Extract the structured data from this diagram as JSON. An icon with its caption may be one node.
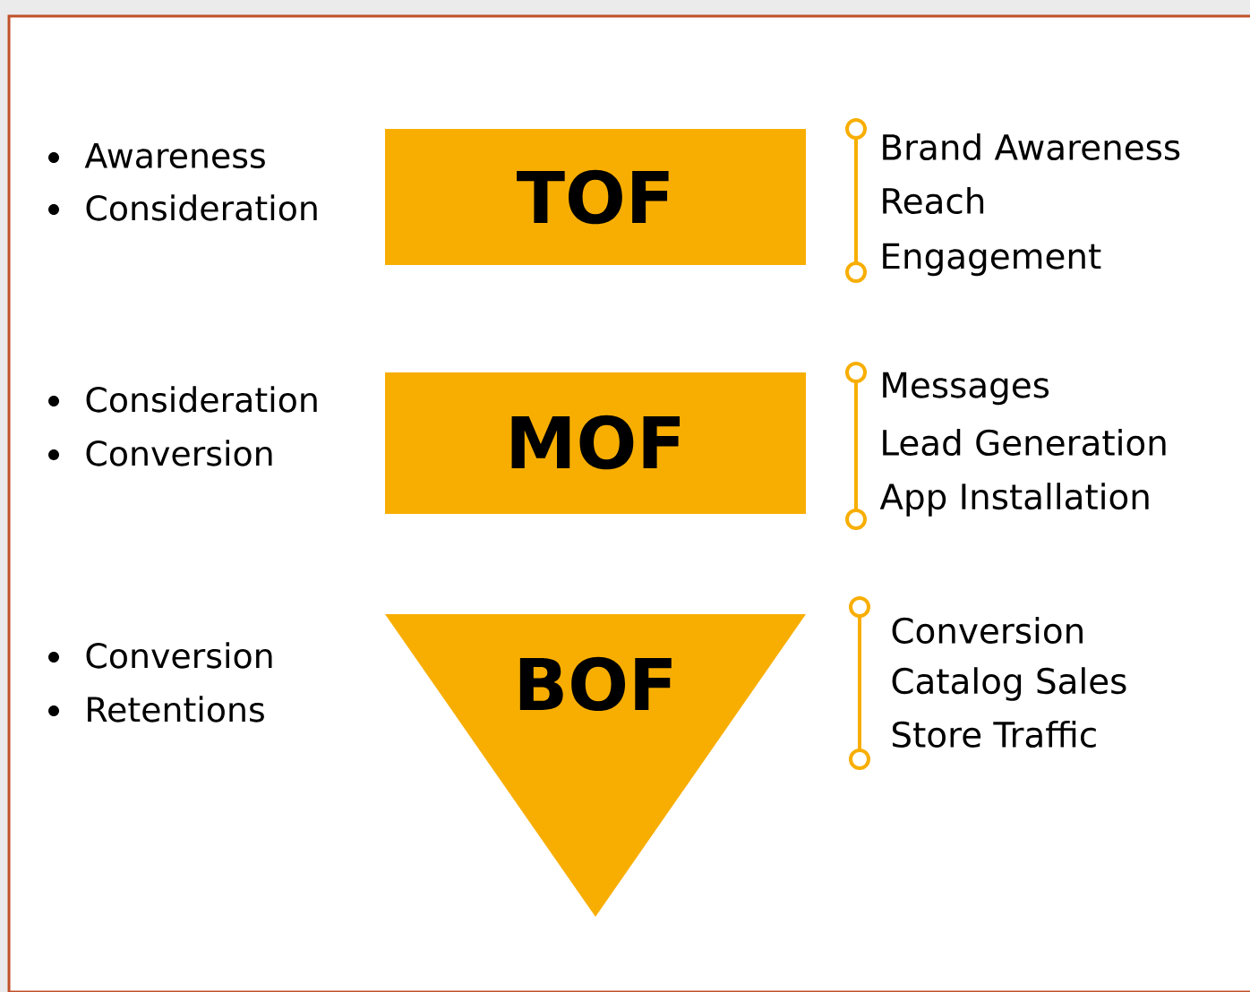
{
  "diagram": {
    "nodes": [
      {
        "text": [
          "TOF"
        ],
        "beside": [
          "Awareness",
          "Consideration"
        ]
      },
      {
        "text": [
          "MOF"
        ],
        "beside": [
          "Consideration",
          "Conversion"
        ]
      },
      {
        "text": [
          "BOF"
        ],
        "beside": [
          "Conversion",
          "Retentions"
        ]
      }
    ],
    "labels": [
      "Brand Awareness",
      "Reach",
      "Engagement",
      "Messages",
      "Lead Generation",
      "App Installation",
      "Conversion",
      "Catalog Sales",
      "Store Traffic"
    ]
  }
}
